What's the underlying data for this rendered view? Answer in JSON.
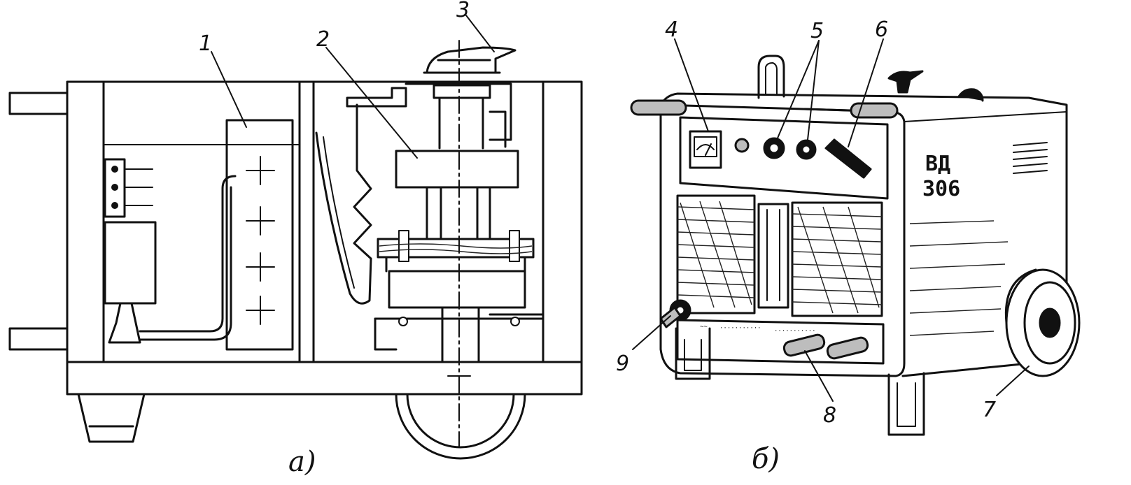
{
  "figure_a": {
    "caption": "а)",
    "callouts": [
      "1",
      "2",
      "3"
    ]
  },
  "figure_b": {
    "caption": "б)",
    "callouts": [
      "4",
      "5",
      "6",
      "7",
      "8",
      "9"
    ],
    "model_plate": {
      "line1": "ВД",
      "line2": "306"
    }
  }
}
